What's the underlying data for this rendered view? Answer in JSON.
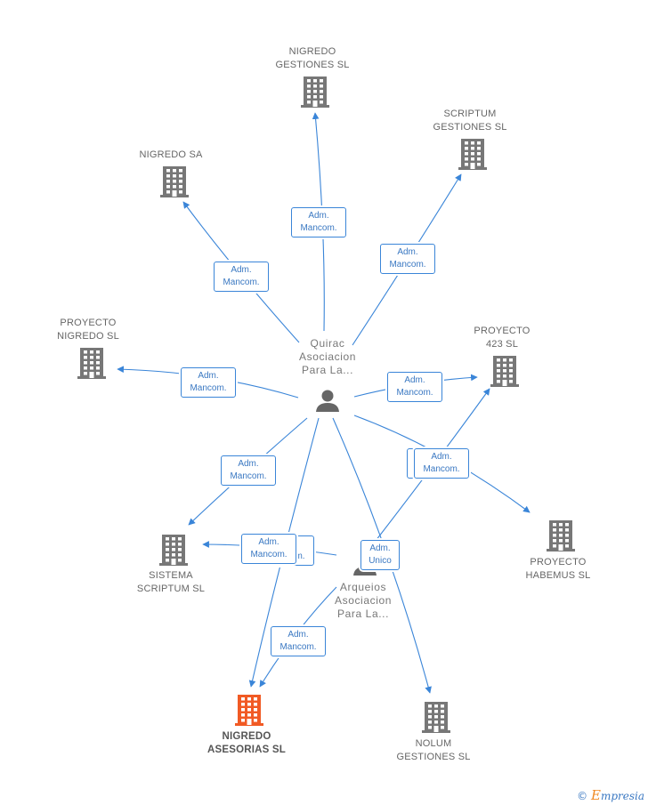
{
  "colors": {
    "edge": "#3a85d8",
    "building": "#777777",
    "building_highlight": "#f15a24",
    "person": "#666666"
  },
  "people": [
    {
      "id": "quirac",
      "label": "Quirac\nAsociacion\nPara La..."
    },
    {
      "id": "arqueios",
      "label": "Arqueios\nAsociacion\nPara La..."
    }
  ],
  "companies": [
    {
      "id": "nigredo-gestiones",
      "label": "NIGREDO\nGESTIONES SL"
    },
    {
      "id": "scriptum-gestiones",
      "label": "SCRIPTUM\nGESTIONES SL"
    },
    {
      "id": "nigredo-sa",
      "label": "NIGREDO SA"
    },
    {
      "id": "proyecto-nigredo",
      "label": "PROYECTO\nNIGREDO SL"
    },
    {
      "id": "proyecto-423",
      "label": "PROYECTO\n423 SL"
    },
    {
      "id": "proyecto-habemus",
      "label": "PROYECTO\nHABEMUS SL"
    },
    {
      "id": "sistema-scriptum",
      "label": "SISTEMA\nSCRIPTUM SL"
    },
    {
      "id": "nigredo-asesorias",
      "label": "NIGREDO\nASESORIAS SL",
      "highlight": true
    },
    {
      "id": "nolum-gestiones",
      "label": "NOLUM\nGESTIONES SL"
    }
  ],
  "edges": [
    {
      "from": "quirac",
      "to": "nigredo-gestiones",
      "label": "Adm.\nMancom."
    },
    {
      "from": "quirac",
      "to": "scriptum-gestiones",
      "label": "Adm.\nMancom."
    },
    {
      "from": "quirac",
      "to": "nigredo-sa",
      "label": "Adm.\nMancom."
    },
    {
      "from": "quirac",
      "to": "proyecto-nigredo",
      "label": "Adm.\nMancom."
    },
    {
      "from": "quirac",
      "to": "proyecto-423",
      "label": "Adm.\nMancom."
    },
    {
      "from": "quirac",
      "to": "proyecto-habemus",
      "label": "Adm.\nMancom."
    },
    {
      "from": "quirac",
      "to": "sistema-scriptum",
      "label": "Adm.\nMancom."
    },
    {
      "from": "quirac",
      "to": "nigredo-asesorias",
      "label": "Adm.\nMancom."
    },
    {
      "from": "quirac",
      "to": "nolum-gestiones",
      "label": "Adm.\nUnico"
    },
    {
      "from": "arqueios",
      "to": "proyecto-423",
      "label": "Adm.\nMancom."
    },
    {
      "from": "arqueios",
      "to": "sistema-scriptum",
      "label": "Adm.\nMancom."
    },
    {
      "from": "arqueios",
      "to": "nigredo-asesorias",
      "label": "Adm.\nMancom."
    }
  ],
  "brand": {
    "copyright": "©",
    "initial": "E",
    "name": "mpresia"
  }
}
